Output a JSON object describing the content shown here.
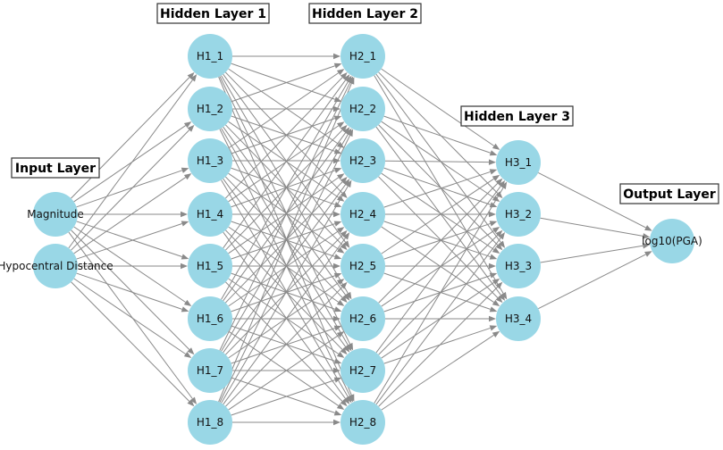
{
  "diagram": {
    "colors": {
      "node_fill": "#99d7e6",
      "edge": "#8a8a8a"
    },
    "edge_style": "fully-connected, directed arrows between consecutive layers",
    "layers": [
      {
        "id": "input",
        "title": "Input Layer",
        "nodes": [
          "Magnitude",
          "Hypocentral Distance"
        ]
      },
      {
        "id": "hidden1",
        "title": "Hidden Layer 1",
        "nodes": [
          "H1_1",
          "H1_2",
          "H1_3",
          "H1_4",
          "H1_5",
          "H1_6",
          "H1_7",
          "H1_8"
        ]
      },
      {
        "id": "hidden2",
        "title": "Hidden Layer 2",
        "nodes": [
          "H2_1",
          "H2_2",
          "H2_3",
          "H2_4",
          "H2_5",
          "H2_6",
          "H2_7",
          "H2_8"
        ]
      },
      {
        "id": "hidden3",
        "title": "Hidden Layer 3",
        "nodes": [
          "H3_1",
          "H3_2",
          "H3_3",
          "H3_4"
        ]
      },
      {
        "id": "output",
        "title": "Output Layer",
        "nodes": [
          "log10(PGA)"
        ]
      }
    ]
  }
}
